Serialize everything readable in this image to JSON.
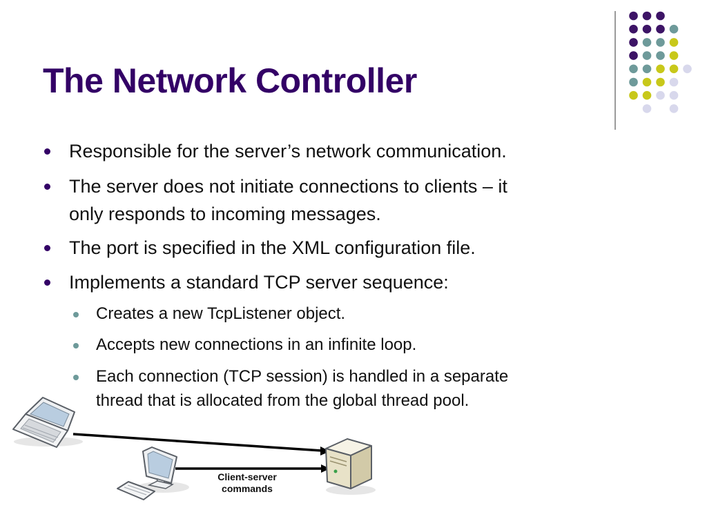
{
  "slide": {
    "title": "The Network Controller",
    "bullets": [
      {
        "level": 1,
        "lines": [
          "Responsible for the server’s network communication."
        ]
      },
      {
        "level": 1,
        "lines": [
          "The server does not initiate connections to clients – it",
          "only responds to incoming messages."
        ]
      },
      {
        "level": 1,
        "lines": [
          "The port is specified in the XML configuration file."
        ]
      },
      {
        "level": 1,
        "lines": [
          "Implements a standard TCP server sequence:"
        ]
      },
      {
        "level": 2,
        "lines": [
          "Creates a new TcpListener object."
        ]
      },
      {
        "level": 2,
        "lines": [
          "Accepts new connections in an infinite loop."
        ]
      },
      {
        "level": 2,
        "lines": [
          "Each connection (TCP session) is handled in a separate",
          "thread that is allocated from the global thread pool."
        ]
      }
    ],
    "diagram": {
      "caption": [
        "Client-server",
        "commands"
      ],
      "icons": [
        "laptop-icon",
        "desktop-computer-icon",
        "server-icon"
      ]
    }
  },
  "colors": {
    "title": "#330066",
    "dot_purple": "#3d1466",
    "dot_teal": "#6e9a9a",
    "dot_yellow": "#c8c81a",
    "dot_lavender": "#d8d8ec",
    "divider": "#9a9a9a"
  }
}
